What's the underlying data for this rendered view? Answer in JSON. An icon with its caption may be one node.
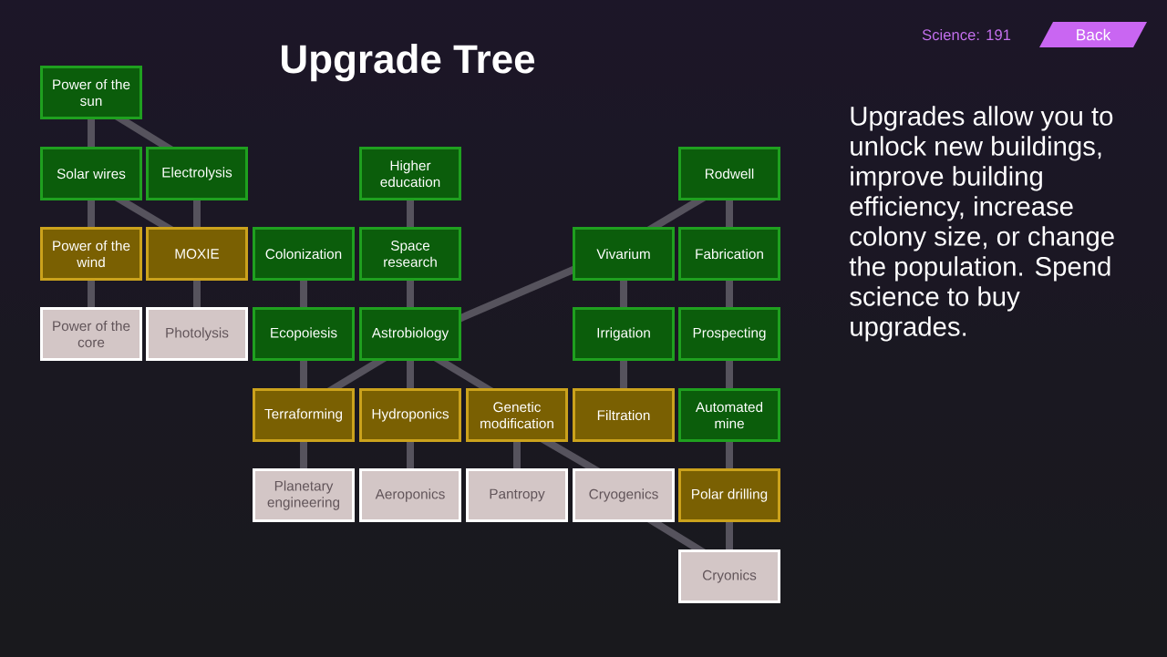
{
  "diagram": {
    "title": "Upgrade Tree",
    "nodes": [
      {
        "text": [
          "Back"
        ]
      },
      {
        "text": [
          "Power of the sun"
        ]
      },
      {
        "text": [
          "Solar wires"
        ]
      },
      {
        "text": [
          "Electrolysis"
        ]
      },
      {
        "text": [
          "Higher education"
        ]
      },
      {
        "text": [
          "Rodwell"
        ]
      },
      {
        "text": [
          "Power of the wind"
        ]
      },
      {
        "text": [
          "MOXIE"
        ]
      },
      {
        "text": [
          "Colonization"
        ]
      },
      {
        "text": [
          "Space research"
        ]
      },
      {
        "text": [
          "Vivarium"
        ]
      },
      {
        "text": [
          "Fabrication"
        ]
      },
      {
        "text": [
          "Power of the core"
        ]
      },
      {
        "text": [
          "Photolysis"
        ]
      },
      {
        "text": [
          "Ecopoiesis"
        ]
      },
      {
        "text": [
          "Astrobiology"
        ]
      },
      {
        "text": [
          "Irrigation"
        ]
      },
      {
        "text": [
          "Prospecting"
        ]
      },
      {
        "text": [
          "Terraforming"
        ]
      },
      {
        "text": [
          "Hydroponics"
        ]
      },
      {
        "text": [
          "Genetic modification"
        ]
      },
      {
        "text": [
          "Filtration"
        ]
      },
      {
        "text": [
          "Automated mine"
        ]
      },
      {
        "text": [
          "Planetary engineering"
        ]
      },
      {
        "text": [
          "Aeroponics"
        ]
      },
      {
        "text": [
          "Pantropy"
        ]
      },
      {
        "text": [
          "Cryogenics"
        ]
      },
      {
        "text": [
          "Polar drilling"
        ]
      },
      {
        "text": [
          "Cryonics"
        ]
      }
    ],
    "edges": [
      {
        "from": 1,
        "to": 2,
        "arrow": "none"
      },
      {
        "from": 1,
        "to": 3,
        "arrow": "none"
      },
      {
        "from": 2,
        "to": 6,
        "arrow": "none"
      },
      {
        "from": 2,
        "to": 7,
        "arrow": "none"
      },
      {
        "from": 3,
        "to": 7,
        "arrow": "none"
      },
      {
        "from": 4,
        "to": 9,
        "arrow": "none"
      },
      {
        "from": 5,
        "to": 10,
        "arrow": "none"
      },
      {
        "from": 5,
        "to": 11,
        "arrow": "none"
      },
      {
        "from": 6,
        "to": 12,
        "arrow": "none"
      },
      {
        "from": 7,
        "to": 13,
        "arrow": "none"
      },
      {
        "from": 8,
        "to": 14,
        "arrow": "none"
      },
      {
        "from": 9,
        "to": 15,
        "arrow": "none"
      },
      {
        "from": 10,
        "to": 15,
        "arrow": "none"
      },
      {
        "from": 10,
        "to": 16,
        "arrow": "none"
      },
      {
        "from": 11,
        "to": 17,
        "arrow": "none"
      },
      {
        "from": 14,
        "to": 18,
        "arrow": "none"
      },
      {
        "from": 15,
        "to": 18,
        "arrow": "none"
      },
      {
        "from": 15,
        "to": 19,
        "arrow": "none"
      },
      {
        "from": 15,
        "to": 20,
        "arrow": "none"
      },
      {
        "from": 16,
        "to": 21,
        "arrow": "none"
      },
      {
        "from": 17,
        "to": 22,
        "arrow": "none"
      },
      {
        "from": 18,
        "to": 23,
        "arrow": "none"
      },
      {
        "from": 19,
        "to": 24,
        "arrow": "none"
      },
      {
        "from": 20,
        "to": 25,
        "arrow": "none"
      },
      {
        "from": 20,
        "to": 26,
        "arrow": "none"
      },
      {
        "from": 22,
        "to": 27,
        "arrow": "none"
      },
      {
        "from": 26,
        "to": 28,
        "arrow": "none"
      },
      {
        "from": 27,
        "to": 28,
        "arrow": "none"
      }
    ],
    "labels": [
      "Science: 191",
      "Upgrades allow you to unlock new buildings, improve building efficiency, increase colony size, or change the population. Spend science to buy upgrades."
    ]
  }
}
